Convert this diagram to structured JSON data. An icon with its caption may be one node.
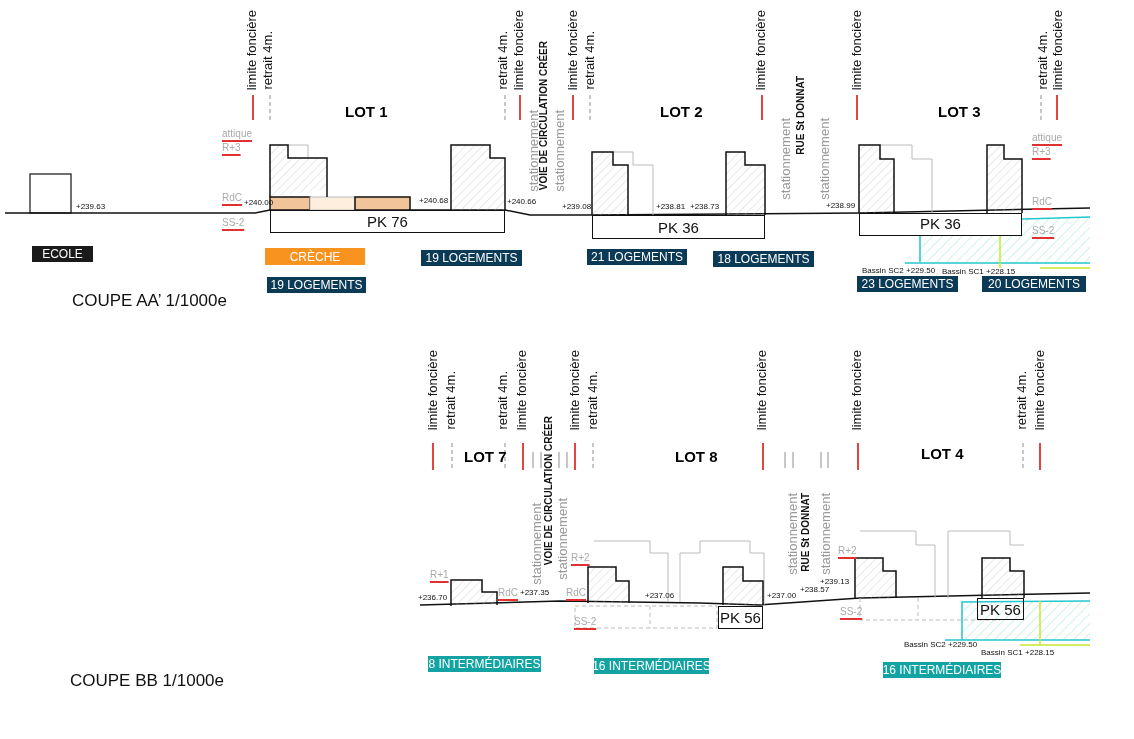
{
  "diagram": {
    "nodes": [
      {
        "text": [
          "ECOLE"
        ]
      },
      {
        "text": [
          "PK 76"
        ]
      },
      {
        "text": [
          "CRÈCHE"
        ]
      },
      {
        "text": [
          "19 LOGEMENTS"
        ]
      },
      {
        "text": [
          "19 LOGEMENTS"
        ]
      },
      {
        "text": [
          "PK 36"
        ]
      },
      {
        "text": [
          "21 LOGEMENTS"
        ]
      },
      {
        "text": [
          "18 LOGEMENTS"
        ]
      },
      {
        "text": [
          "PK 36"
        ]
      },
      {
        "text": [
          "23 LOGEMENTS"
        ]
      },
      {
        "text": [
          "20 LOGEMENTS"
        ]
      },
      {
        "text": [
          "PK 56"
        ]
      },
      {
        "text": [
          "PK 56"
        ]
      },
      {
        "text": [
          "8 INTERMÉDIAIRES"
        ]
      },
      {
        "text": [
          "16 INTERMÉDIAIRES"
        ]
      },
      {
        "text": [
          "16 INTERMÉDIAIRES"
        ]
      }
    ],
    "labels": [
      "limite foncière",
      "retrait 4m.",
      "LOT 1",
      "retrait 4m.",
      "limite foncière",
      "VOIE DE CIRCULATION CRÉER",
      "stationnement",
      "stationnement",
      "limite foncière",
      "retrait 4m.",
      "LOT 2",
      "limite foncière",
      "stationnement",
      "RUE St DONNAT",
      "stationnement",
      "limite foncière",
      "LOT 3",
      "retrait 4m.",
      "limite foncière",
      "attique",
      "R+3",
      "RdC",
      "SS-2",
      "+239.63",
      "+240.00",
      "+240.68",
      "+240.66",
      "+239.08",
      "+238.81",
      "+238.73",
      "+238.99",
      "attique",
      "R+3",
      "RdC",
      "SS-2",
      "Bassin SC2 +229.50",
      "Bassin SC1 +228.15",
      "COUPE AA’ 1/1000e",
      "limite foncière",
      "retrait 4m.",
      "LOT 7",
      "retrait 4m.",
      "limite foncière",
      "VOIE DE CIRCULATION CRÉER",
      "stationnement",
      "stationnement",
      "limite foncière",
      "retrait 4m.",
      "LOT 8",
      "limite foncière",
      "stationnement",
      "RUE St DONNAT",
      "stationnement",
      "limite foncière",
      "LOT 4",
      "retrait 4m.",
      "limite foncière",
      "R+1",
      "+236.70",
      "RdC",
      "+237.35",
      "R+2",
      "RdC",
      "SS-2",
      "+237.06",
      "+237.00",
      "+238.57",
      "+239.13",
      "R+2",
      "SS-2",
      "Bassin SC2 +229.50",
      "Bassin SC1 +228.15",
      "COUPE BB 1/1000e"
    ]
  }
}
